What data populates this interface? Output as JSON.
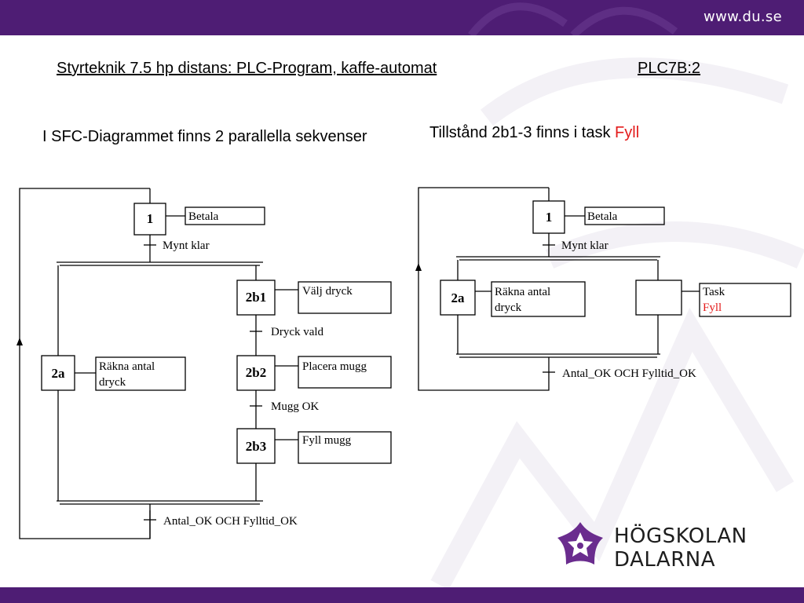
{
  "header": {
    "url": "www.du.se"
  },
  "slide": {
    "title": "Styrteknik 7.5 hp distans: PLC-Program, kaffe-automat",
    "code": "PLC7B:2",
    "left_text": "I SFC-Diagrammet finns 2 parallella sekvenser",
    "right_text": "Tillstånd 2b1-3 finns i task ",
    "right_text_highlight": "Fyll"
  },
  "diagram_left": {
    "step_1": "1",
    "action_1": "Betala",
    "trans_1": "Mynt klar",
    "step_2b1": "2b1",
    "action_2b1": "Välj dryck",
    "trans_2b1": "Dryck vald",
    "step_2a": "2a",
    "action_2a_line1": "Räkna antal",
    "action_2a_line2": "dryck",
    "step_2b2": "2b2",
    "action_2b2": "Placera mugg",
    "trans_2b2": "Mugg OK",
    "step_2b3": "2b3",
    "action_2b3": "Fyll mugg",
    "trans_final": "Antal_OK  OCH Fylltid_OK"
  },
  "diagram_right": {
    "step_1": "1",
    "action_1": "Betala",
    "trans_1": "Mynt klar",
    "step_2a": "2a",
    "action_2a_line1": "Räkna antal",
    "action_2a_line2": "dryck",
    "action_task_line1": "Task",
    "action_task_line2": "Fyll",
    "trans_final": "Antal_OK  OCH Fylltid_OK"
  },
  "logo": {
    "line1": "HÖGSKOLAN",
    "line2": "DALARNA"
  },
  "colors": {
    "brand_purple": "#4e1d74",
    "highlight_red": "#e31b1b"
  }
}
